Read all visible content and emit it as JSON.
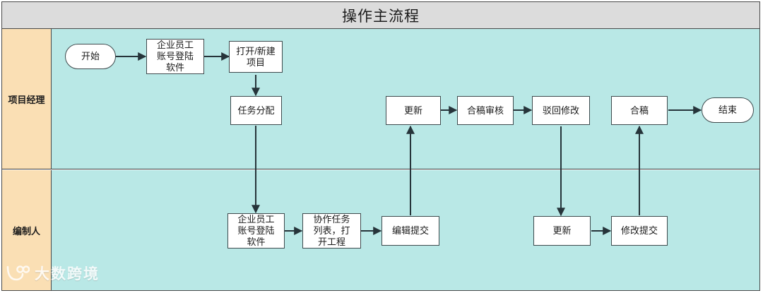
{
  "header": {
    "title": "操作主流程"
  },
  "lanes": [
    {
      "id": "lane-top",
      "label": "项目经理"
    },
    {
      "id": "lane-bottom",
      "label": "编制人"
    }
  ],
  "nodes": {
    "start": "开始",
    "login_top_l1": "企业员工",
    "login_top_l2": "账号登陆",
    "login_top_l3": "软件",
    "open_project_l1": "打开/新建",
    "open_project_l2": "项目",
    "task_assign": "任务分配",
    "update_top": "更新",
    "merge_review": "合稿审核",
    "reject_modify": "驳回修改",
    "merge": "合稿",
    "end": "结束",
    "login_bottom_l1": "企业员工",
    "login_bottom_l2": "账号登陆",
    "login_bottom_l3": "软件",
    "task_list_l1": "协作任务",
    "task_list_l2": "列表，打",
    "task_list_l3": "开工程",
    "edit_submit": "编辑提交",
    "update_bottom": "更新",
    "modify_submit": "修改提交"
  },
  "watermark": {
    "text": "大数跨境"
  },
  "colors": {
    "title_bar": "#dcdcdc",
    "lane_header": "#fadfb4",
    "lane_body": "#b9e8e6",
    "node_fill": "#ffffff",
    "node_stroke": "#3e4a4d",
    "frame_stroke": "#4a4a4a"
  },
  "chart_data": {
    "type": "flowchart",
    "title": "操作主流程",
    "orientation": "horizontal-swimlane",
    "lanes": [
      "项目经理",
      "编制人"
    ],
    "nodes": [
      {
        "id": "start",
        "label": "开始",
        "shape": "terminator",
        "lane": "项目经理"
      },
      {
        "id": "login_top",
        "label": "企业员工账号登陆软件",
        "shape": "process",
        "lane": "项目经理"
      },
      {
        "id": "open_project",
        "label": "打开/新建项目",
        "shape": "process",
        "lane": "项目经理"
      },
      {
        "id": "task_assign",
        "label": "任务分配",
        "shape": "process",
        "lane": "项目经理"
      },
      {
        "id": "update_top",
        "label": "更新",
        "shape": "process",
        "lane": "项目经理"
      },
      {
        "id": "merge_review",
        "label": "合稿审核",
        "shape": "process",
        "lane": "项目经理"
      },
      {
        "id": "reject_modify",
        "label": "驳回修改",
        "shape": "process",
        "lane": "项目经理"
      },
      {
        "id": "merge",
        "label": "合稿",
        "shape": "process",
        "lane": "项目经理"
      },
      {
        "id": "end",
        "label": "结束",
        "shape": "terminator",
        "lane": "项目经理"
      },
      {
        "id": "login_bottom",
        "label": "企业员工账号登陆软件",
        "shape": "process",
        "lane": "编制人"
      },
      {
        "id": "task_list",
        "label": "协作任务列表，打开工程",
        "shape": "process",
        "lane": "编制人"
      },
      {
        "id": "edit_submit",
        "label": "编辑提交",
        "shape": "process",
        "lane": "编制人"
      },
      {
        "id": "update_bottom",
        "label": "更新",
        "shape": "process",
        "lane": "编制人"
      },
      {
        "id": "modify_submit",
        "label": "修改提交",
        "shape": "process",
        "lane": "编制人"
      }
    ],
    "edges": [
      {
        "from": "start",
        "to": "login_top"
      },
      {
        "from": "login_top",
        "to": "open_project"
      },
      {
        "from": "open_project",
        "to": "task_assign"
      },
      {
        "from": "task_assign",
        "to": "login_bottom"
      },
      {
        "from": "login_bottom",
        "to": "task_list"
      },
      {
        "from": "task_list",
        "to": "edit_submit"
      },
      {
        "from": "edit_submit",
        "to": "update_top"
      },
      {
        "from": "update_top",
        "to": "merge_review"
      },
      {
        "from": "merge_review",
        "to": "reject_modify"
      },
      {
        "from": "reject_modify",
        "to": "update_bottom"
      },
      {
        "from": "update_bottom",
        "to": "modify_submit"
      },
      {
        "from": "modify_submit",
        "to": "merge"
      },
      {
        "from": "merge",
        "to": "end"
      }
    ]
  }
}
